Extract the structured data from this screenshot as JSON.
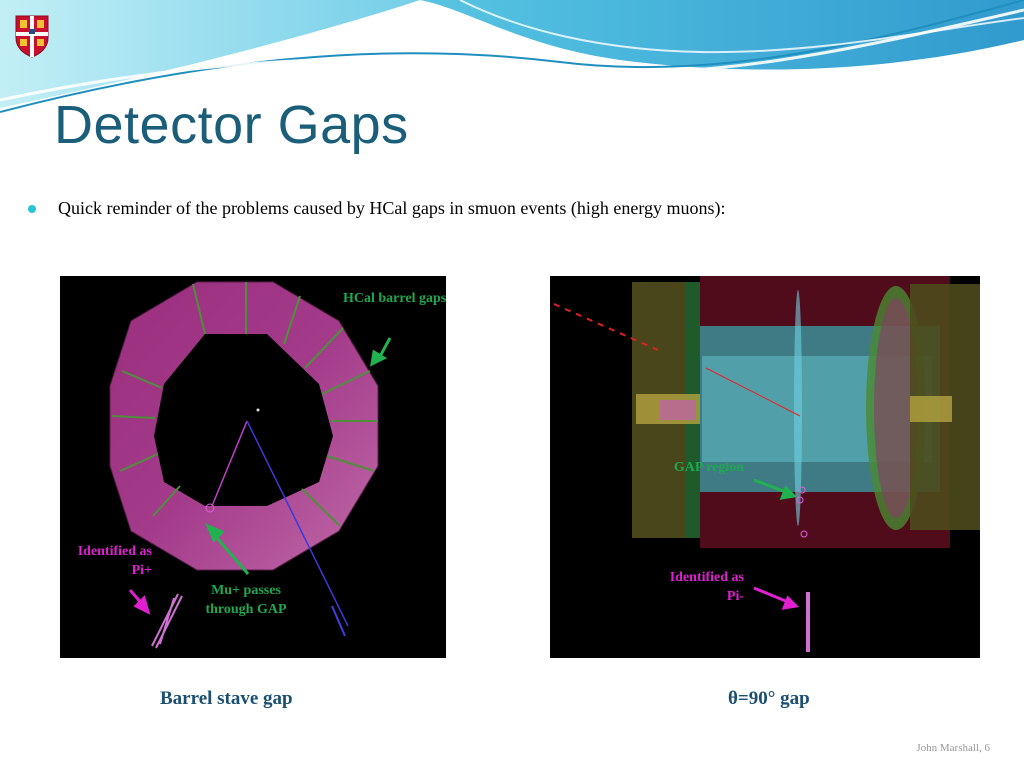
{
  "title": "Detector Gaps",
  "bullet": "Quick reminder of the problems caused by HCal gaps in smuon events (high energy muons):",
  "left_panel": {
    "label_hcal": "HCal barrel gaps",
    "label_identified": "Identified as Pi+",
    "label_mu": "Mu+ passes through GAP",
    "caption": "Barrel stave gap"
  },
  "right_panel": {
    "label_gap": "GAP region",
    "label_identified": "Identified as Pi-",
    "caption": "θ=90° gap"
  },
  "footer": "John Marshall, 6",
  "colors": {
    "title": "#1b5e7a",
    "caption": "#1b4f72",
    "green_label": "#1fa84f",
    "magenta_label": "#e020d0",
    "bullet_dot": "#29c3d8"
  }
}
